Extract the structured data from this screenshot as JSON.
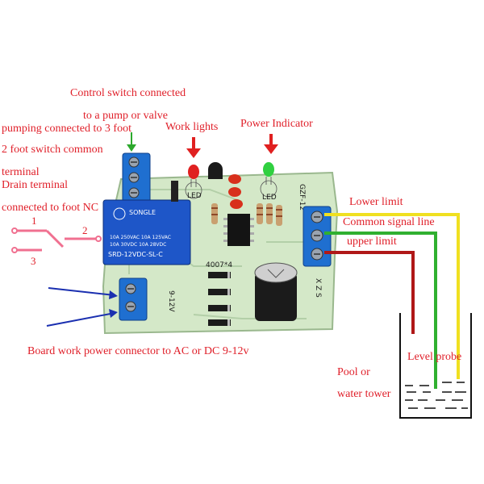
{
  "labels": {
    "control_switch_1": "Control switch connected",
    "control_switch_2": "to a pump or valve",
    "pumping": "pumping connected to 3 foot",
    "two_foot_1": "2 foot switch common",
    "two_foot_2": "terminal",
    "drain": "Drain terminal",
    "connected_foot": "connected to  foot  NC",
    "work_lights": "Work lights",
    "power_indicator": "Power Indicator",
    "lower_limit": "Lower limit",
    "common_signal": "Common signal line",
    "upper_limit": "upper limit",
    "board_power": "Board work  power connector to AC or DC 9-12v",
    "pool_1": "Pool or",
    "pool_2": "water tower",
    "level_probe": "Level probe",
    "pin1": "1",
    "pin2": "2",
    "pin3": "3"
  },
  "board": {
    "model": "GZF-12",
    "voltage": "9-12V",
    "led": "LED",
    "diode": "4007*4",
    "xzs": "X Z S",
    "relay_brand": "SONGLE",
    "relay_line1": "10A 250VAC  10A 125VAC",
    "relay_line2": "10A  30VDC  10A  28VDC",
    "relay_model": "SRD-12VDC-SL-C"
  },
  "colors": {
    "label_red": "#e0202a",
    "arrow_red": "#e02020",
    "arrow_green": "#2ca82c",
    "arrow_blue": "#1a2fb0",
    "pcb": "#d4e8c8",
    "terminal": "#1f6fd0",
    "relay": "#1e56c8",
    "wire_yellow": "#f0e020",
    "wire_green": "#30b030",
    "wire_red": "#b01818",
    "switch_pink": "#f07090"
  }
}
